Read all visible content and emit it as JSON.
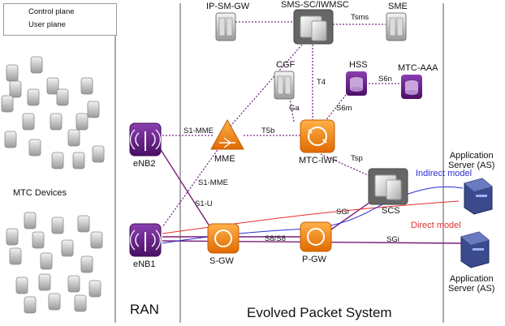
{
  "legend": {
    "control_plane": "Control plane",
    "user_plane": "User plane"
  },
  "sections": {
    "ran": "RAN",
    "eps": "Evolved Packet System"
  },
  "nodes": {
    "ip_sm_gw": "IP-SM-GW",
    "sms_sc": "SMS-SC/IWMSC",
    "sme": "SME",
    "cgf": "CGF",
    "hss": "HSS",
    "mtc_aaa": "MTC-AAA",
    "mme": "MME",
    "mtc_iwf": "MTC-IWF",
    "enb1": "eNB1",
    "enb2": "eNB2",
    "sgw": "S-GW",
    "pgw": "P-GW",
    "scs": "SCS",
    "as_top": "Application\nServer (AS)",
    "as_bottom": "Application\nServer (AS)",
    "mtc_devices": "MTC Devices"
  },
  "interfaces": {
    "tsms": "Tsms",
    "t4": "T4",
    "ga": "Ga",
    "s6n": "S6n",
    "s6m": "S6m",
    "t5b": "T5b",
    "s1mme_a": "S1-MME",
    "s1mme_b": "S1-MME",
    "s1u": "S1-U",
    "tsp": "Tsp",
    "sgi_a": "SGi",
    "sgi_b": "SGi",
    "s8s8": "S8/S8"
  },
  "annotations": {
    "indirect": "Indirect model",
    "direct": "Direct model"
  },
  "colors": {
    "control": "#7a2a8c",
    "user": "#7a1f7a",
    "indirect": "#2b2bd6",
    "direct": "#e03030",
    "router": "#f28a1a",
    "enb": "#5a1a78"
  }
}
